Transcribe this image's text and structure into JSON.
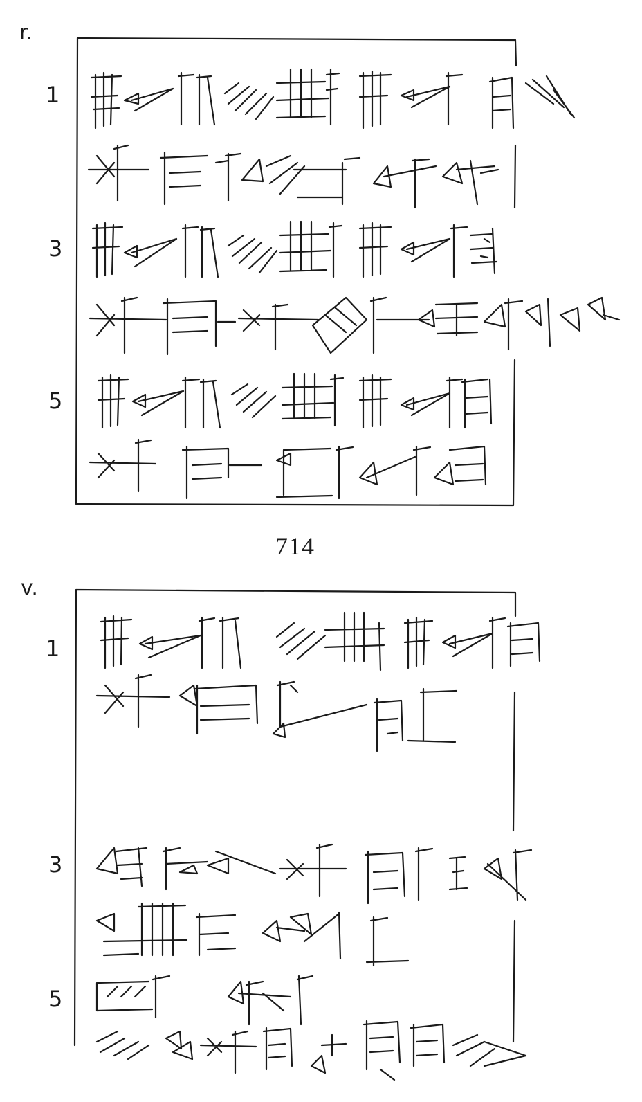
{
  "obverse": {
    "label": "r.",
    "line_numbers": [
      "1",
      "3",
      "5"
    ]
  },
  "catalog_number": "714",
  "reverse": {
    "label": "v.",
    "line_numbers": [
      "1",
      "3",
      "5"
    ]
  }
}
